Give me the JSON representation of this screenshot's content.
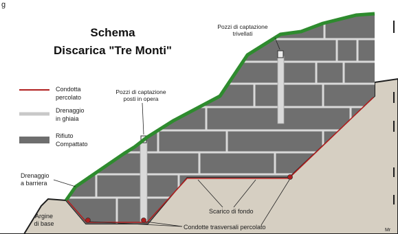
{
  "header": {
    "corner_label": "g"
  },
  "title": {
    "line1": "Schema",
    "line2": "Discarica \"Tre Monti\""
  },
  "legend": {
    "items": [
      {
        "line1": "Condotta",
        "line2": "percolato",
        "color": "#b01e1e",
        "swatch": "red-line"
      },
      {
        "line1": "Drenaggio",
        "line2": "in ghiaia",
        "color": "#c8c8c8",
        "swatch": "gray-thick-line"
      },
      {
        "line1": "Rifiuto",
        "line2": "Compattato",
        "color": "#6e6e6e",
        "swatch": "dark-block"
      }
    ]
  },
  "labels": {
    "pozzi_trivellati_1": "Pozzi di captazione",
    "pozzi_trivellati_2": "trivellati",
    "pozzi_opera_1": "Pozzi di captazione",
    "pozzi_opera_2": "posti in opera",
    "drenaggio_barriera_1": "Drenaggio",
    "drenaggio_barriera_2": "a barriera",
    "argine_1": "Argine",
    "argine_2": "di base",
    "scarico_fondo": "Scarico di fondo",
    "condotte_trasversali": "Condotte trasversali percolato",
    "signature": "Mr"
  },
  "colors": {
    "waste": "#6f6f6f",
    "waste_light": "#7a7a7a",
    "cover": "#2e8b2e",
    "gravel": "#d9d9d9",
    "leachate": "#b01e1e",
    "ground": "#d6cfc2",
    "ground_edge": "#1e1e1e"
  }
}
